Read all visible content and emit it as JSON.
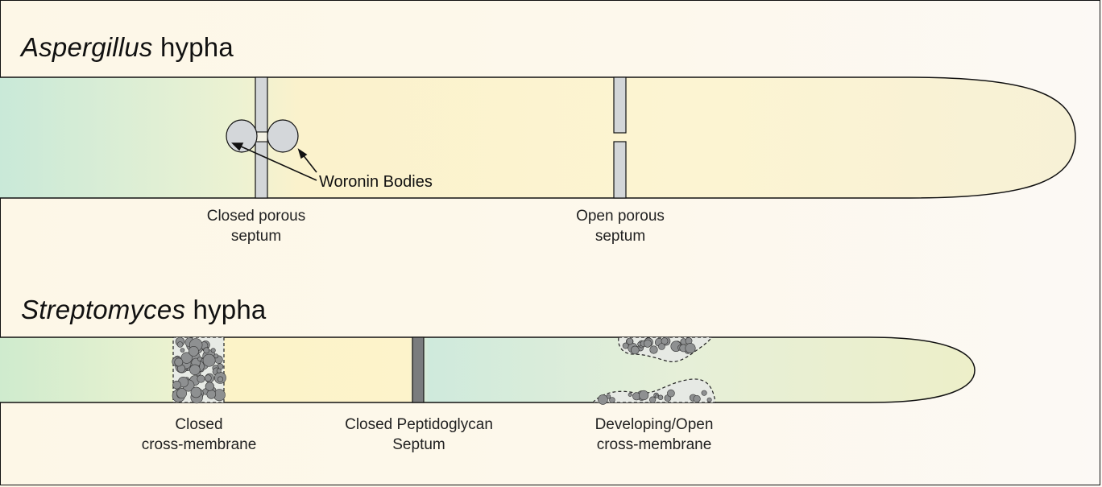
{
  "aspergillus": {
    "title_italic": "Aspergillus",
    "title_rest": "hypha",
    "callout": "Woronin Bodies",
    "labels": [
      {
        "line1": "Closed porous",
        "line2": "septum"
      },
      {
        "line1": "Open porous",
        "line2": "septum"
      }
    ]
  },
  "streptomyces": {
    "title_italic": "Streptomyces",
    "title_rest": "hypha",
    "labels": [
      {
        "line1": "Closed",
        "line2": "cross-membrane"
      },
      {
        "line1": "Closed Peptidoglycan",
        "line2": "Septum"
      },
      {
        "line1": "Developing/Open",
        "line2": "cross-membrane"
      }
    ]
  },
  "colors": {
    "outline": "#111111",
    "septum_fill": "#d3d6d8",
    "woronin_fill": "#d4d7da",
    "peptidoglycan_fill": "#7a7c7e",
    "membrane_particle": "#8e9091"
  }
}
